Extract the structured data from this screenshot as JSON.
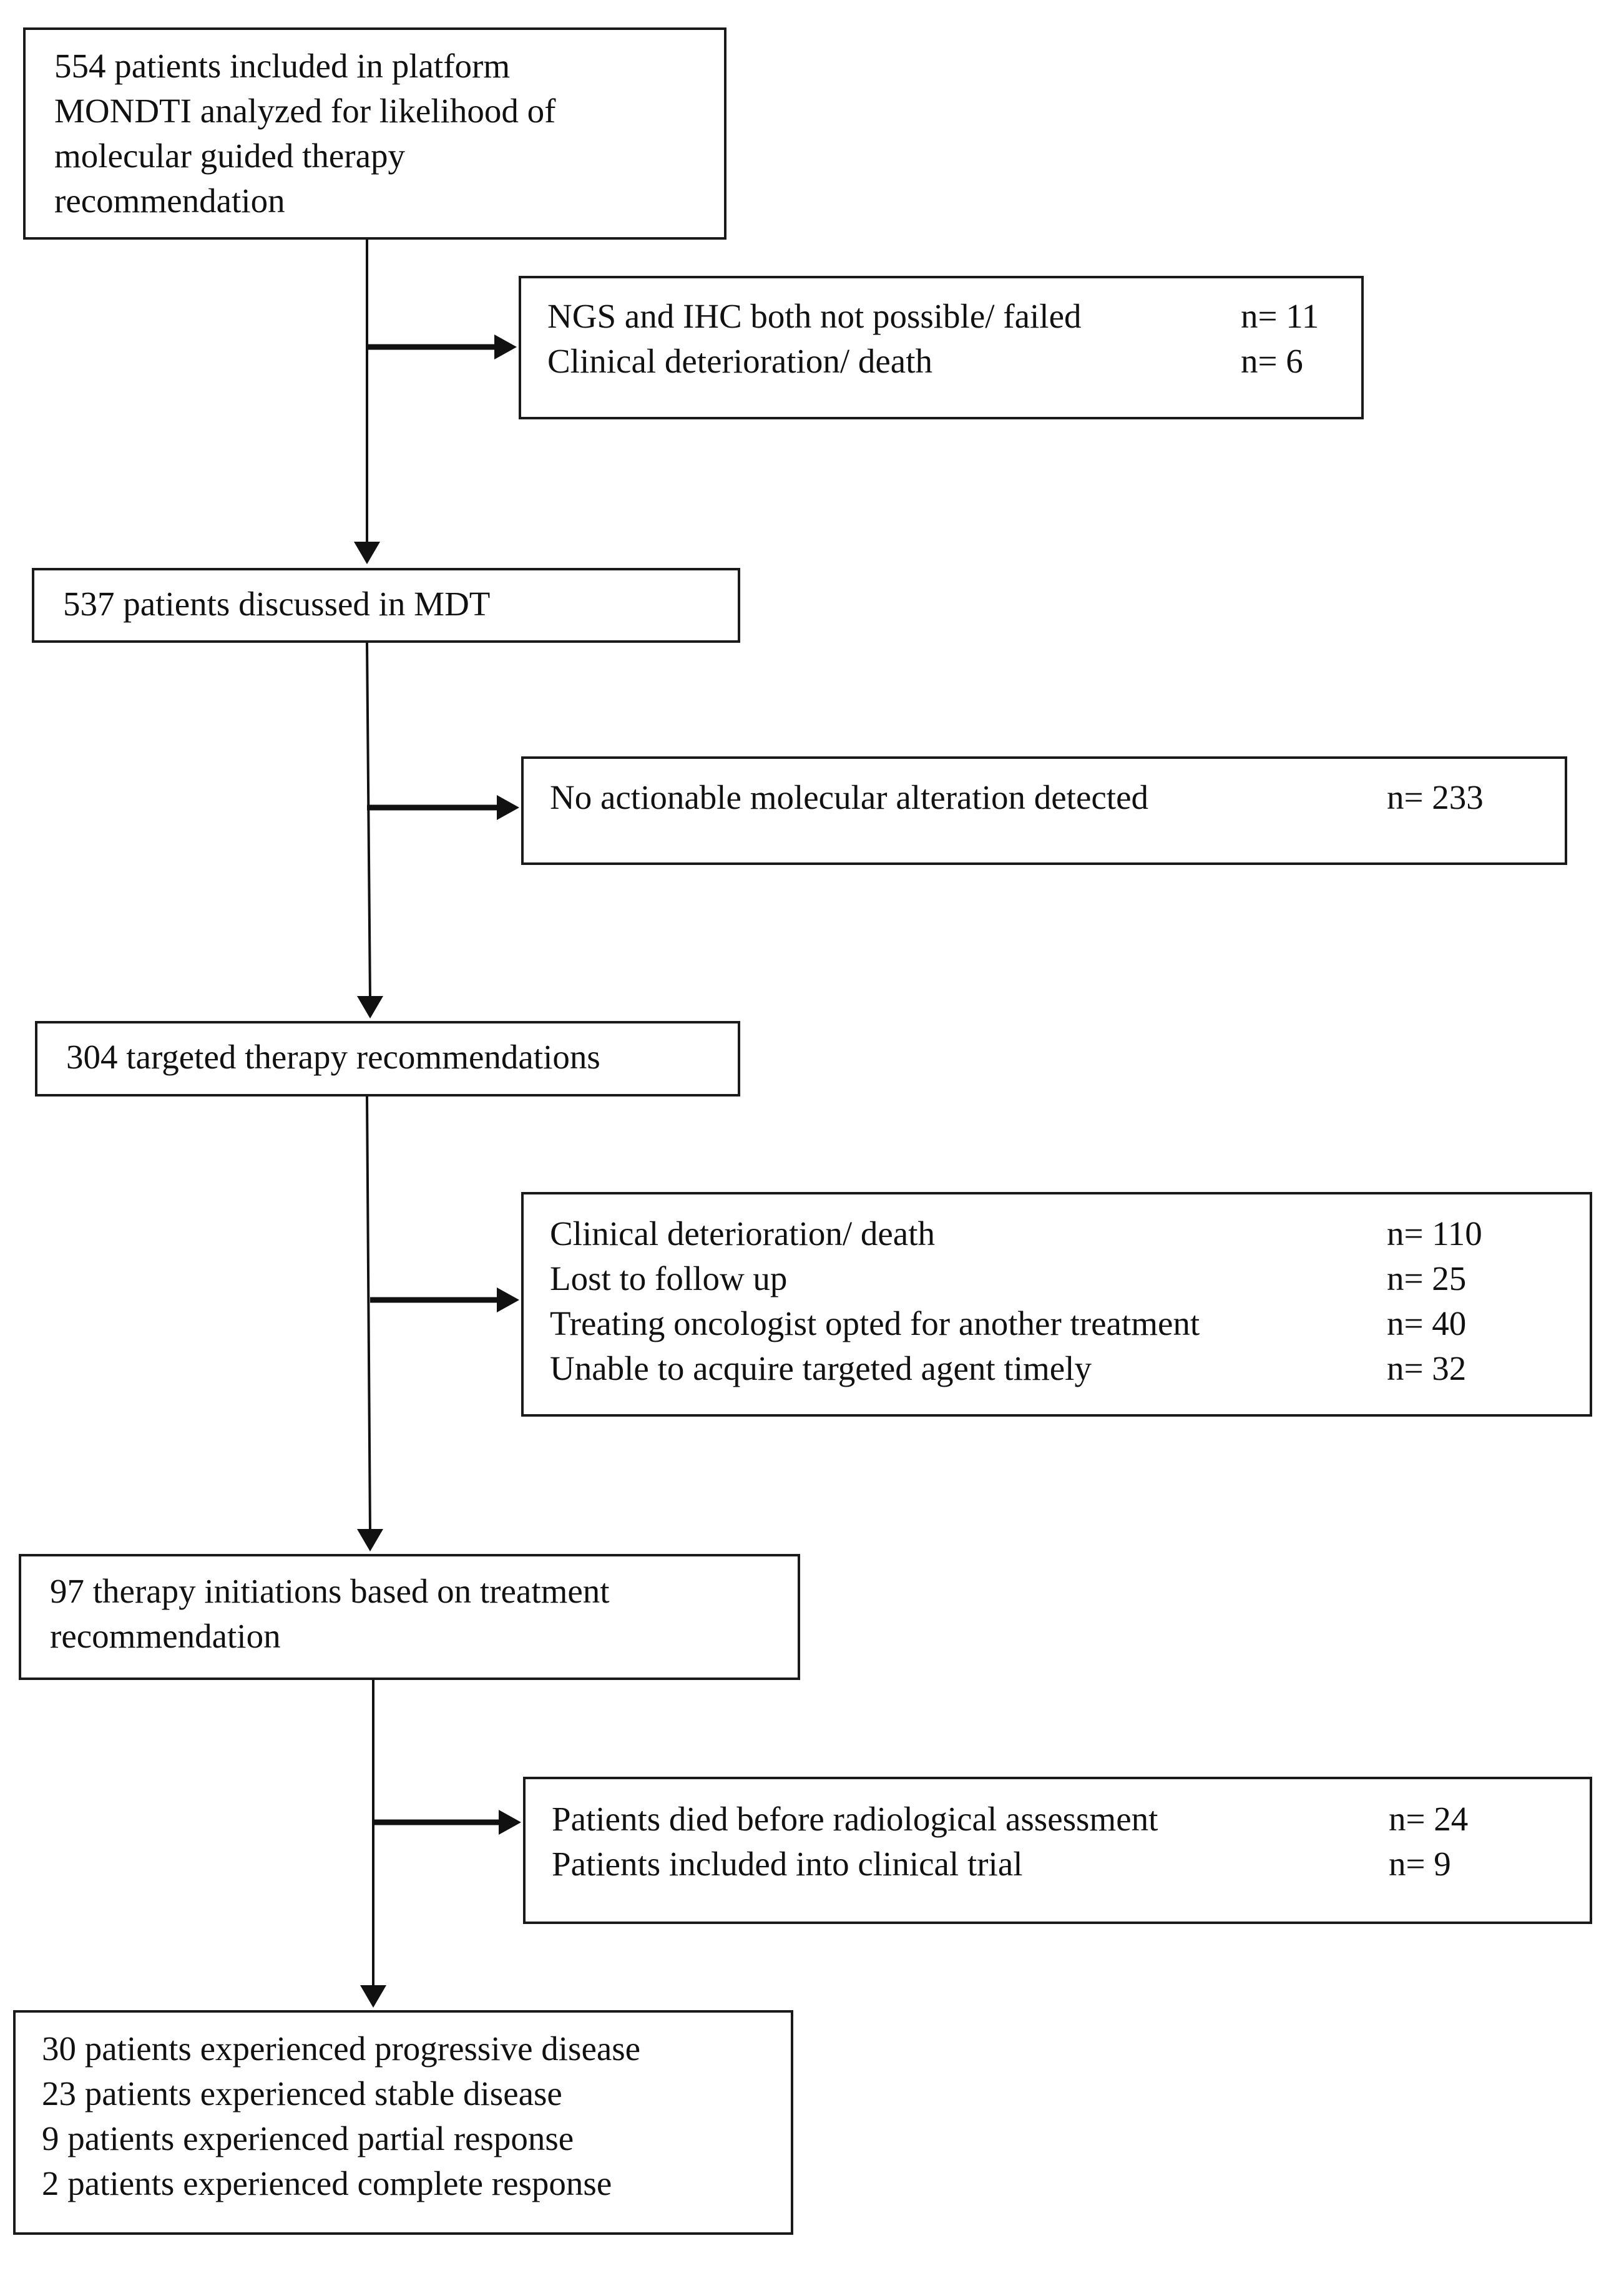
{
  "steps": [
    {
      "lines": [
        "554 patients included in platform",
        "MONDTI analyzed for likelihood of",
        "molecular guided therapy",
        "recommendation"
      ]
    },
    {
      "lines": [
        "537 patients discussed in MDT"
      ]
    },
    {
      "lines": [
        "304 targeted therapy recommendations"
      ]
    },
    {
      "lines": [
        "97 therapy initiations based on treatment",
        "recommendation"
      ]
    },
    {
      "lines": [
        "30 patients experienced progressive disease",
        "23 patients experienced stable disease",
        "9 patients experienced partial response",
        "2 patients experienced complete response"
      ]
    }
  ],
  "exclusions": [
    {
      "items": [
        {
          "label": "NGS and IHC both not possible/ failed",
          "count": "n= 11"
        },
        {
          "label": "Clinical deterioration/ death",
          "count": "n= 6"
        }
      ]
    },
    {
      "items": [
        {
          "label": "No actionable molecular alteration detected",
          "count": "n= 233"
        }
      ]
    },
    {
      "items": [
        {
          "label": "Clinical deterioration/ death",
          "count": "n= 110"
        },
        {
          "label": "Lost to follow up",
          "count": "n= 25"
        },
        {
          "label": "Treating oncologist opted for another treatment",
          "count": "n= 40"
        },
        {
          "label": "Unable to acquire targeted agent timely",
          "count": "n= 32"
        }
      ]
    },
    {
      "items": [
        {
          "label": "Patients died before radiological assessment",
          "count": "n= 24"
        },
        {
          "label": "Patients included into clinical trial",
          "count": "n= 9"
        }
      ]
    }
  ]
}
